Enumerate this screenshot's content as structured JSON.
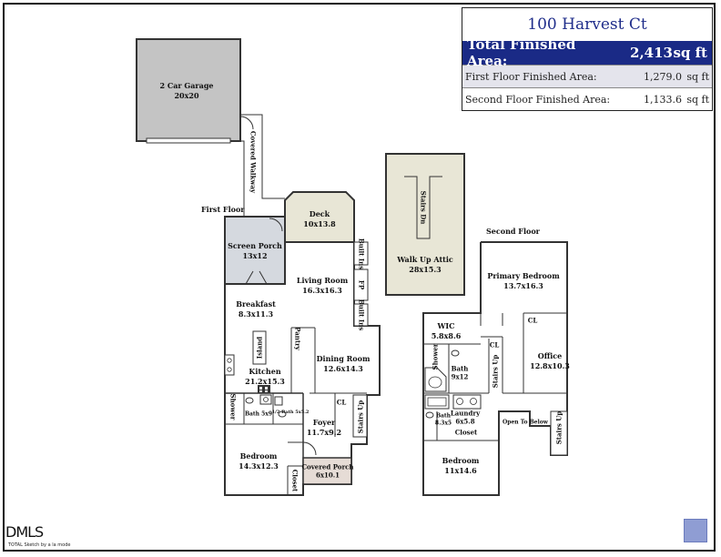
{
  "summary": {
    "address": "100 Harvest Ct",
    "total": {
      "label": "Total Finished Area:",
      "value": "2,413",
      "unit": "sq ft"
    },
    "first": {
      "label": "First Floor Finished Area:",
      "value": "1,279.0",
      "unit": "sq ft"
    },
    "second": {
      "label": "Second Floor Finished Area:",
      "value": "1,133.6",
      "unit": "sq ft"
    }
  },
  "floors": {
    "first": "First Floor",
    "second": "Second Floor"
  },
  "rooms": {
    "garage": {
      "name": "2 Car Garage",
      "dims": "20x20"
    },
    "walkway": "Covered Walkway",
    "deck": {
      "name": "Deck",
      "dims": "10x13.8"
    },
    "screen_porch": {
      "name": "Screen Porch",
      "dims": "13x12"
    },
    "living": {
      "name": "Living Room",
      "dims": "16.3x16.3"
    },
    "built_in": "Built Ins",
    "fp": "FP",
    "breakfast": {
      "name": "Breakfast",
      "dims": "8.3x11.3"
    },
    "island": "Island",
    "pantry": "Pantry",
    "dining": {
      "name": "Dining Room",
      "dims": "12.6x14.3"
    },
    "kitchen": {
      "name": "Kitchen",
      "dims": "21.2x15.3"
    },
    "shower": "Shower",
    "bath1": "Bath 5x9",
    "half_bath": "1/2 Bath 5x5.2",
    "cl": "CL",
    "stairs_up": "Stairs Up",
    "foyer": {
      "name": "Foyer",
      "dims": "11.7x9.2"
    },
    "bedroom1": {
      "name": "Bedroom",
      "dims": "14.3x12.3"
    },
    "closet": "Closet",
    "covered_porch": {
      "name": "Covered Porch",
      "dims": "6x10.1"
    },
    "stairs_dn": "Stairs Dn",
    "attic": {
      "name": "Walk Up Attic",
      "dims": "28x15.3"
    },
    "primary": {
      "name": "Primary Bedroom",
      "dims": "13.7x16.3"
    },
    "wic": {
      "name": "WIC",
      "dims": "5.8x8.6"
    },
    "bath2": {
      "name": "Bath",
      "dims": "9x12"
    },
    "office": {
      "name": "Office",
      "dims": "12.8x10.3"
    },
    "bath3": {
      "name": "Bath",
      "dims": "8.3x5"
    },
    "laundry": {
      "name": "Laundry",
      "dims": "6x5.8"
    },
    "open_below": "Open To Below",
    "bedroom2": {
      "name": "Bedroom",
      "dims": "11x14.6"
    }
  },
  "footer": {
    "logo": "DMLS",
    "credit": "TOTAL Sketch by a la mode"
  }
}
